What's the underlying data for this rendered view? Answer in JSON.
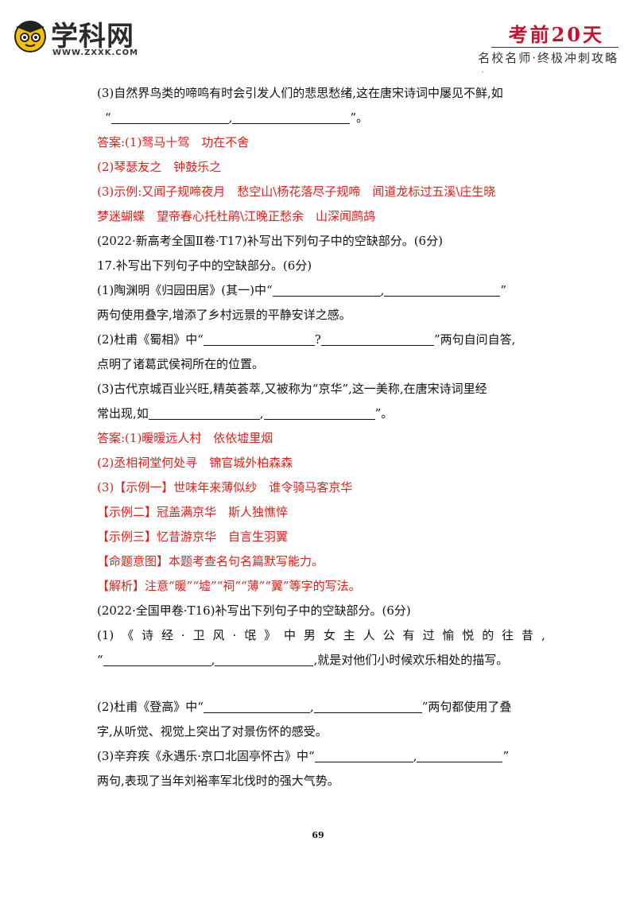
{
  "header": {
    "logo_text": "学科网",
    "logo_url": "WWW.ZXXK.COM",
    "brand_title": "考前20天",
    "brand_sub": "名校名师·终极冲刺攻略",
    "brand_dot": "."
  },
  "lines": {
    "q3_prompt": "(3)自然界鸟类的啼鸣有时会引发人们的悲思愁绪,这在唐宋诗词中屡见不鲜,如",
    "q3_open": "“",
    "comma": ",",
    "q3_close": "”。",
    "ans1": "答案:(1)驽马十驾　功在不舍",
    "ans2": "(2)琴瑟友之　钟鼓乐之",
    "ans3": "(3)示例:又闻子规啼夜月　愁空山\\杨花落尽子规啼　闻道龙标过五溪\\庄生晓",
    "ans3b": "梦迷蝴蝶　望帝春心托杜鹃\\江晚正愁余　山深闻鹧鸪",
    "src2022_2": "(2022·新高考全国Ⅱ卷·T17)补写出下列句子中的空缺部分。(6分)",
    "q17": "17.补写出下列句子中的空缺部分。(6分)",
    "q17_1_pre": "(1)陶渊明《归园田居》(其一)中“",
    "q17_1_close": "”",
    "q17_1b": "两句使用叠字,增添了乡村远景的平静安详之感。",
    "q17_2_pre": "(2)杜甫《蜀相》中“",
    "q17_2_q": "?",
    "q17_2_post": "”两句自问自答,",
    "q17_2b": "点明了诸葛武侯祠所在的位置。",
    "q17_3": "(3)古代京城百业兴旺,精英荟萃,又被称为“京华”,这一美称,在唐宋诗词里经",
    "q17_3b_pre": "常出现,如",
    "q17_3b_post": "”。",
    "a17_1": "答案:(1)暧暧远人村　依依墟里烟",
    "a17_2": "(2)丞相祠堂何处寻　锦官城外柏森森",
    "a17_3": "(3)【示例一】世味年来薄似纱　谁令骑马客京华",
    "a17_ex2": "【示例二】冠盖满京华　斯人独憔悴",
    "a17_ex3": "【示例三】忆昔游京华　自言生羽翼",
    "intent": "【命题意图】本题考查名句名篇默写能力。",
    "analysis": "【解析】注意“暖”“墟”“祠”“薄”“翼”等字的写法。",
    "src2022_jia": "(2022·全国甲卷·T16)补写出下列句子中的空缺部分。(6分)",
    "j1_chars": [
      "(1)",
      "《",
      "诗",
      "经",
      "·",
      "卫",
      "风",
      "·",
      "氓",
      "》",
      "中",
      "男",
      "女",
      "主",
      "人",
      "公",
      "有",
      "过",
      "愉",
      "悦",
      "的",
      "往",
      "昔",
      ","
    ],
    "j1b_post": ",就是对他们小时候欢乐相处的描写。",
    "j2_pre": "(2)杜甫《登高》中“",
    "j2_post": "”两句都使用了叠",
    "j2b": "字,从听觉、视觉上突出了对景伤怀的感受。",
    "j3_pre": "(3)辛弃疾《永遇乐·京口北固亭怀古》中“",
    "j3_close": "”",
    "j3b": "两句,表现了当年刘裕率军北伐时的强大气势。"
  },
  "page_number": "69",
  "colors": {
    "answer_red": "#e0201a",
    "brand_red": "#c8102e"
  }
}
